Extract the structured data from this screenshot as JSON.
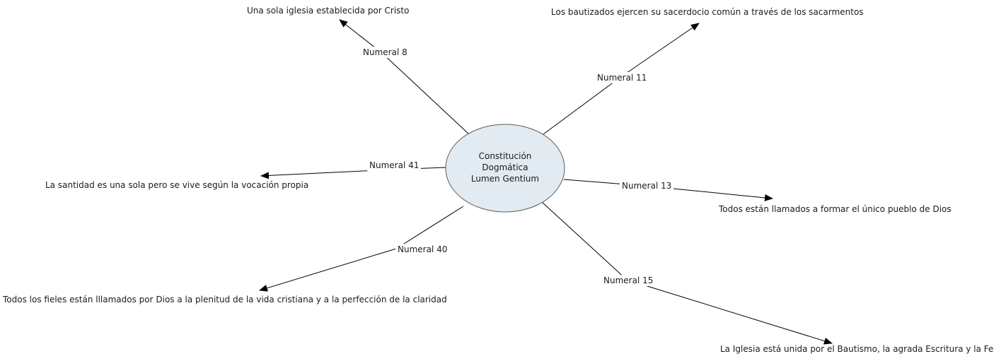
{
  "diagram": {
    "center": {
      "line1": "Constitución",
      "line2": "Dogmática",
      "line3": "Lumen Gentium"
    },
    "branches": [
      {
        "label": "Numeral 8",
        "text": "Una sola iglesia establecida por Cristo"
      },
      {
        "label": "Numeral 11",
        "text": "Los bautizados ejercen su sacerdocio común a través de los sacarmentos"
      },
      {
        "label": "Numeral 41",
        "text": "La santidad es una sola pero se vive según la vocación propia"
      },
      {
        "label": "Numeral 13",
        "text": "Todos están llamados a formar el único pueblo de Dios"
      },
      {
        "label": "Numeral 40",
        "text": "Todos los fieles están lllamados por Dios a la plenitud de la vida cristiana y a la perfección de la claridad"
      },
      {
        "label": "Numeral 15",
        "text": "La Iglesia está unida por el Bautismo, la agrada Escritura y la Fe"
      }
    ],
    "colors": {
      "ellipse_fill": "#e2ebf1",
      "ellipse_stroke": "#5a5a5a",
      "line": "#000000"
    }
  }
}
